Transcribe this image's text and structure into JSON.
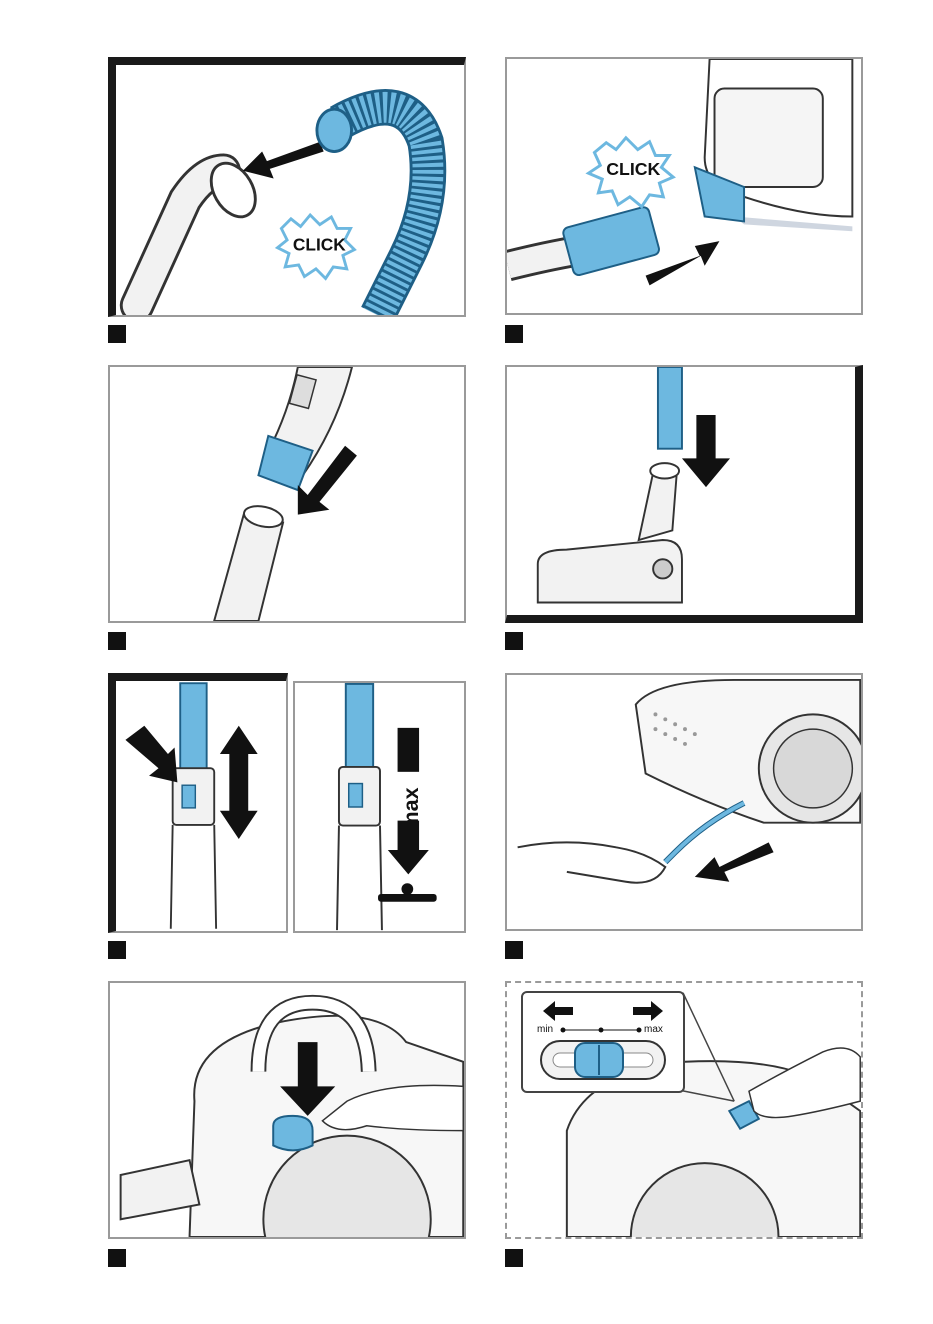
{
  "panels": {
    "p1": {
      "click_label": "CLICK"
    },
    "p2": {
      "click_label": "CLICK"
    },
    "p5b": {
      "max_label": "max"
    },
    "p8": {
      "min_label": "min",
      "max_label": "max"
    }
  },
  "colors": {
    "accent_blue": "#6db8e0",
    "blue_stroke": "#1e5f86",
    "black": "#111111",
    "grey": "#9a9a9a"
  }
}
